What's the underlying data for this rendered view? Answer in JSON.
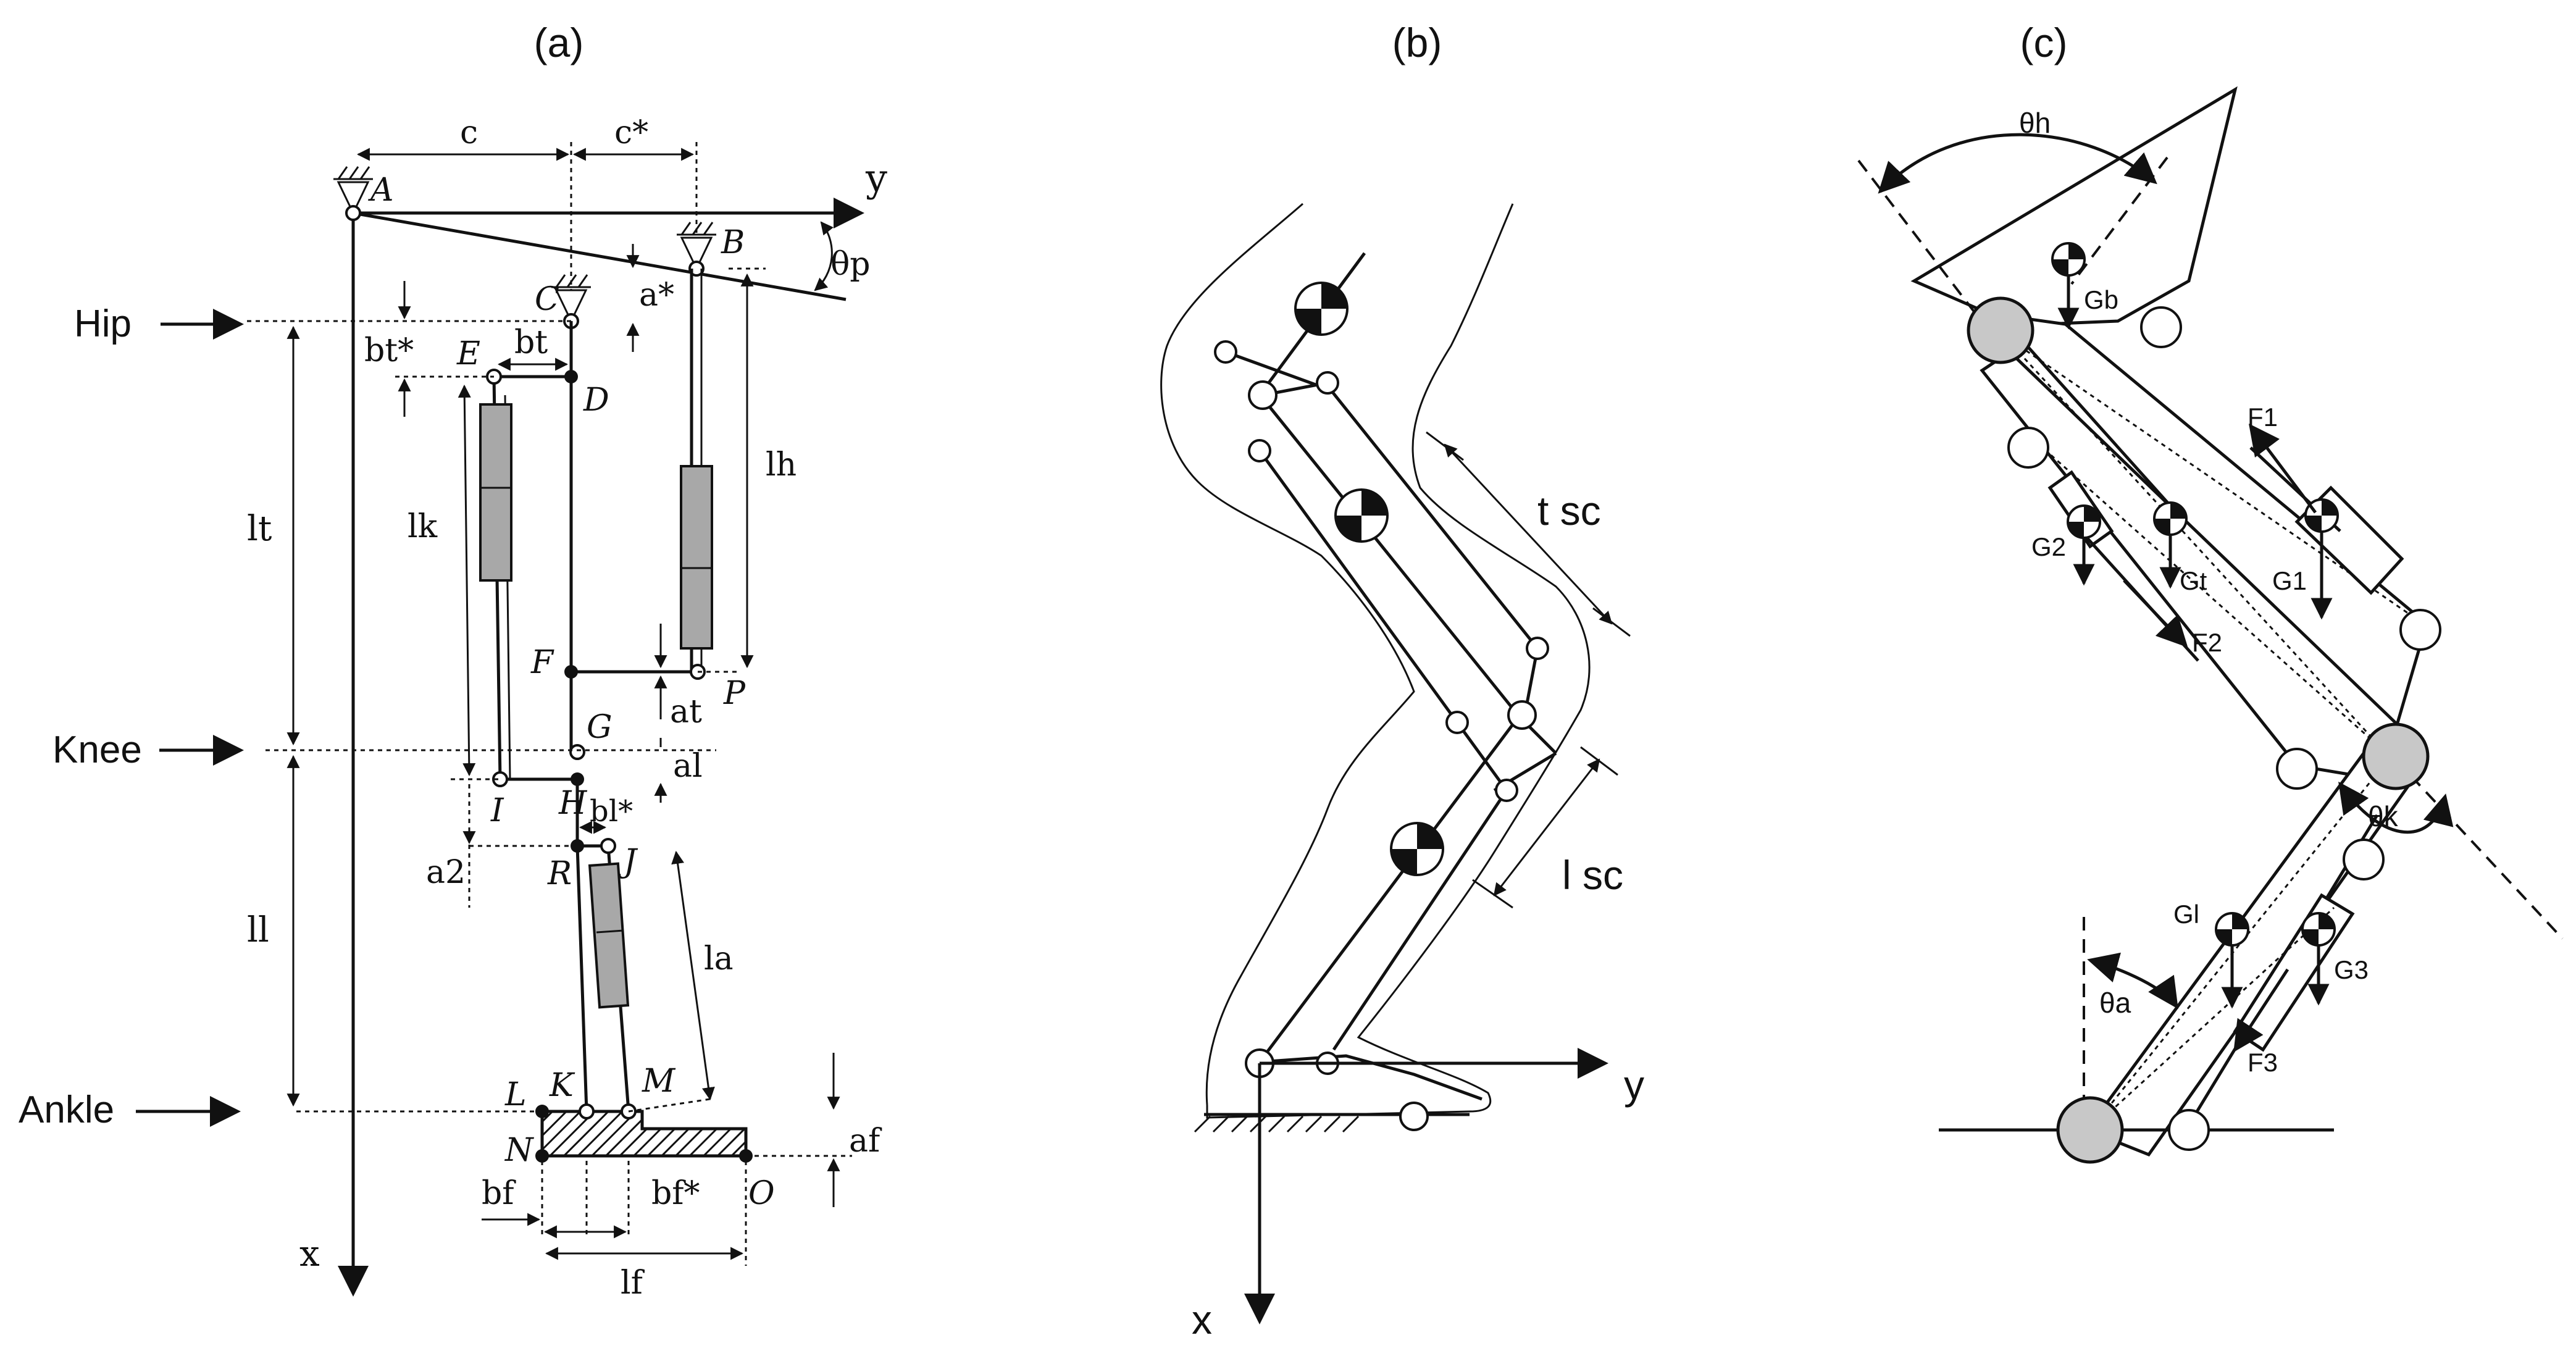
{
  "panels": {
    "a": {
      "label": "(a)",
      "levels": {
        "hip": "Hip",
        "knee": "Knee",
        "ankle": "Ankle"
      },
      "axes": {
        "x": "x",
        "y": "y"
      },
      "points": [
        "A",
        "B",
        "C",
        "D",
        "E",
        "F",
        "G",
        "H",
        "I",
        "J",
        "K",
        "L",
        "M",
        "N",
        "O",
        "P",
        "R"
      ],
      "dims": [
        "c",
        "c*",
        "a*",
        "bt*",
        "bt",
        "lk",
        "lh",
        "lt",
        "ll",
        "at",
        "al",
        "a2",
        "bl*",
        "la",
        "af",
        "bf",
        "bf*",
        "lf",
        "θp"
      ]
    },
    "b": {
      "label": "(b)",
      "axes": {
        "x": "x",
        "y": "y"
      },
      "dims": [
        "t sc",
        "l sc"
      ]
    },
    "c": {
      "label": "(c)",
      "angles": [
        "θh",
        "θk",
        "θa"
      ],
      "weights": [
        "Gb",
        "Gt",
        "G1",
        "G2",
        "Gl",
        "G3"
      ],
      "forces": [
        "F1",
        "F2",
        "F3"
      ]
    }
  },
  "colors": {
    "ink": "#111111",
    "joint_fill": "#c8c8c8",
    "cylinder_fill": "#a8a8a8"
  }
}
